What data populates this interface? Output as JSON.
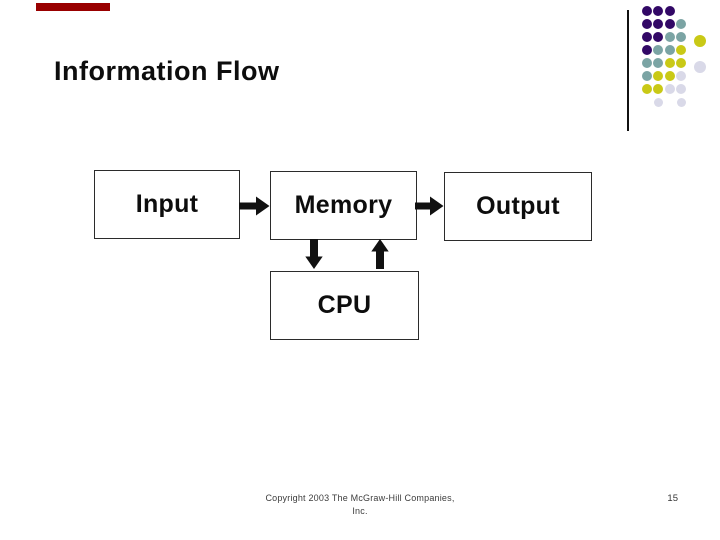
{
  "slide": {
    "title": "Information Flow",
    "page_number": "15",
    "copyright": {
      "line1": "Copyright 2003 The McGraw-Hill Companies,",
      "line2": "Inc."
    }
  },
  "diagram": {
    "boxes": [
      {
        "id": "input",
        "label": "Input"
      },
      {
        "id": "memory",
        "label": "Memory"
      },
      {
        "id": "output",
        "label": "Output"
      },
      {
        "id": "cpu",
        "label": "CPU"
      }
    ],
    "arrows": [
      {
        "from": "Input",
        "to": "Memory",
        "direction": "right"
      },
      {
        "from": "Memory",
        "to": "Output",
        "direction": "right"
      },
      {
        "from": "Memory",
        "to": "CPU",
        "direction": "down"
      },
      {
        "from": "CPU",
        "to": "Memory",
        "direction": "up"
      }
    ]
  },
  "theme": {
    "background": "#ffffff",
    "accent_bar_color": "#990000",
    "title_color": "#0d0d0d",
    "box_border_color": "#2b2b2b",
    "box_fill_color": "#ffffff",
    "arrow_color": "#111111",
    "footer_text_color": "#3d3d3d",
    "decoration_line_color": "#111111",
    "dot_colors": {
      "P": "#320866",
      "T": "#7ba4a4",
      "Y": "#c9c916",
      "G": "#d9d9e8"
    }
  },
  "decoration": {
    "dot_pattern_rows": [
      [
        "P",
        "P",
        "P",
        null,
        null
      ],
      [
        "P",
        "P",
        "P",
        "T",
        null
      ],
      [
        "P",
        "P",
        "T",
        "T",
        "Y"
      ],
      [
        "P",
        "T",
        "T",
        "Y",
        null
      ],
      [
        "T",
        "T",
        "Y",
        "Y",
        "G"
      ],
      [
        "T",
        "Y",
        "Y",
        "G",
        null
      ],
      [
        "Y",
        "Y",
        "G",
        "G",
        null
      ],
      [
        null,
        "G",
        null,
        "G",
        null
      ]
    ]
  }
}
